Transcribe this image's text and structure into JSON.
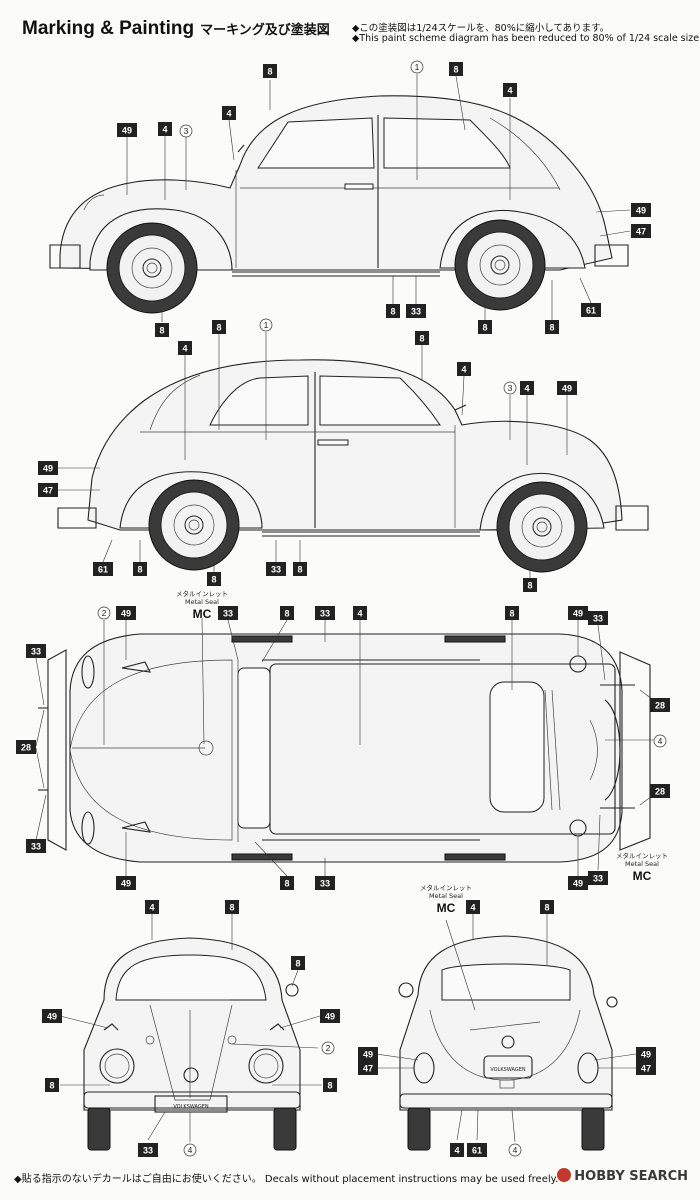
{
  "header": {
    "title": "Marking & Painting",
    "title_jp": "マーキング及び塗装図",
    "note_jp": "◆この塗装図は1/24スケールを、80%に縮小してあります。",
    "note_en": "◆This paint scheme diagram has been reduced to 80% of 1/24 scale size."
  },
  "labels": {
    "n1": "1",
    "n2": "2",
    "n3": "3",
    "n4": "4",
    "b4": "4",
    "b8": "8",
    "b28": "28",
    "b33": "33",
    "b47": "47",
    "b49": "49",
    "b61": "61"
  },
  "metal_seal": {
    "jp": "メタルインレット",
    "en": "Metal Seal",
    "code": "MC"
  },
  "emblem_text": "VOLKSWAGEN",
  "footer": "◆貼る指示のないデカールはご自由にお使いください。 Decals without placement instructions may be used freely.",
  "watermark": "HOBBY SEARCH"
}
